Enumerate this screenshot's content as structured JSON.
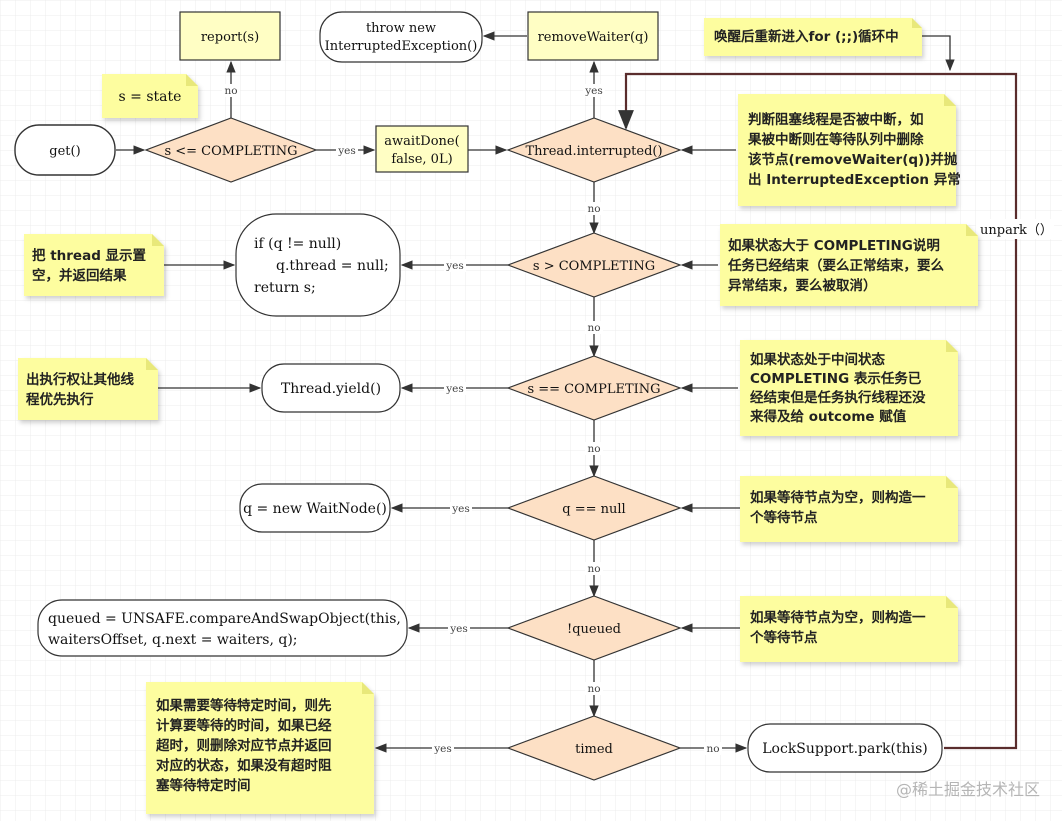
{
  "nodes": {
    "report": "report(s)",
    "throw_line1": "throw new",
    "throw_line2": "InterruptedException()",
    "remove_waiter": "removeWaiter(q)",
    "s_state": "s = state",
    "get": "get()",
    "cond_le_completing": "s <= COMPLETING",
    "await_line1": "awaitDone(",
    "await_line2": "false, 0L)",
    "cond_interrupted": "Thread.interrupted()",
    "null_line1": "if (q != null)",
    "null_line2": "q.thread = null;",
    "null_line3": "return s;",
    "cond_gt_completing": "s > COMPLETING",
    "yield": "Thread.yield()",
    "cond_eq_completing": "s == COMPLETING",
    "new_waitnode": "q = new WaitNode()",
    "cond_q_null": "q == null",
    "cas_line1": "queued = UNSAFE.compareAndSwapObject(this,",
    "cas_line2": "waitersOffset, q.next = waiters, q);",
    "cond_queued": "!queued",
    "cond_timed": "timed",
    "park": "LockSupport.park(this)",
    "unpark": "unpark（）"
  },
  "edge_labels": {
    "yes": "yes",
    "no": "no"
  },
  "notes": {
    "wake": [
      "唤醒后重新进入for (;;)循环中"
    ],
    "interrupt": [
      "判断阻塞线程是否被中断，如",
      "果被中断则在等待队列中删除",
      "该节点(removeWaiter(q))并抛",
      "出 InterruptedException 异常"
    ],
    "thread_null": [
      "把 thread 显示置",
      "空，并返回结果"
    ],
    "gt_completing": [
      "如果状态大于 COMPLETING说明",
      "任务已经结束（要么正常结束，要么",
      "异常结束，要么被取消）"
    ],
    "yield": [
      "出执行权让其他线",
      "程优先执行"
    ],
    "eq_completing": [
      "如果状态处于中间状态",
      "COMPLETING 表示任务已",
      "经结束但是任务执行线程还没",
      "来得及给 outcome 赋值"
    ],
    "q_null": [
      "如果等待节点为空，则构造一",
      "个等待节点"
    ],
    "queued": [
      "如果等待节点为空，则构造一",
      "个等待节点"
    ],
    "timed": [
      "如果需要等待特定时间，则先",
      "计算要等待的时间，如果已经",
      "超时，则删除对应节点并返回",
      "对应的状态，如果没有超时阻",
      "塞等待特定时间"
    ]
  },
  "watermark": "@稀土掘金技术社区",
  "colors": {
    "decision_fill": "#fde0c5",
    "process_fill": "#fffec4",
    "note_fill": "#fdfd9f",
    "loop_line": "#5a2d2d"
  }
}
